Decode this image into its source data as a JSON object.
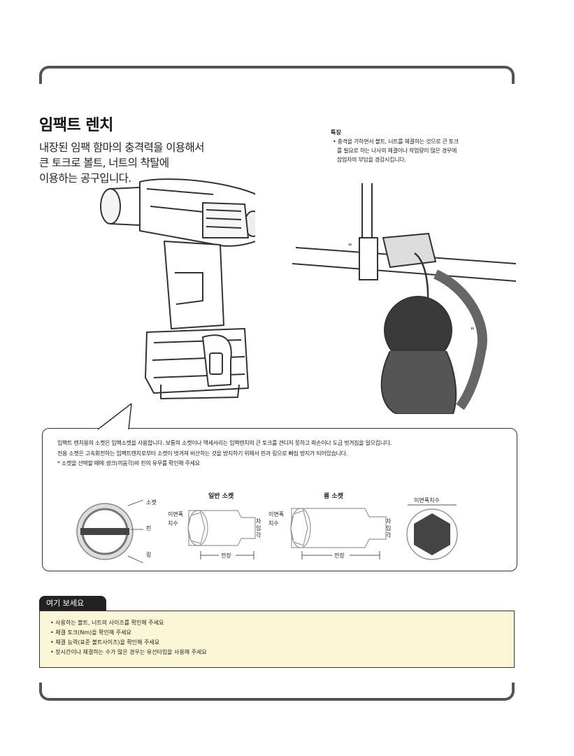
{
  "heading": {
    "title": "임팩트 렌치",
    "desc_lines": [
      "내장된 임팩 함마의 충격력을 이용해서",
      "큰 토크로 볼트, 너트의 착탈에",
      "이용하는 공구입니다."
    ]
  },
  "feature": {
    "heading": "특징",
    "lines": [
      "• 충격을 가하면서 볼트, 너트를 체결하는 것으로 큰 토크",
      "를 필요로 하는 나사의 체결이나 작업량이 많은 경우에",
      "잡업자의 부담을 경감시킵니다."
    ]
  },
  "socket_info": {
    "lines": [
      "임팩트 렌치용의 소켓은 임펙소켓을 사용합니다. 보통의 소켓이나 액세서리는 임팩렌치의 큰 토크를 견디지 못하고 파손이나 도금 벗겨짐을 일으킵니다.",
      "전용 소켓은 고속회전하는 임팩트렌치로부터 소켓이 벗겨져 비산하는 것을 방지하기 위해서 핀과 링으로 빠짐 방지가 되어있습니다.",
      "* 소켓을 선택할 때에 생크(끼움각)와 핀의 유무를 확인해 주세요"
    ],
    "labels": {
      "socket": "소켓",
      "pin": "핀",
      "ring": "링",
      "normal_socket": "일반 소켓",
      "long_socket": "롱 소켓",
      "width_size_1": "이면폭",
      "width_size_2": "치수",
      "insert_angle_1": "차",
      "insert_angle_2": "입",
      "insert_angle_3": "각",
      "length": "전장",
      "width_size_full": "이면폭치수"
    }
  },
  "notes": {
    "tab_label": "여기 보세요",
    "items": [
      "• 사용하는 볼트, 너트의 사이즈를 확인해 주세요",
      "• 체결 토크(Nm)을 확인해 주세요",
      "• 체결 능력(표준 볼트사이즈)을 확인해 주세요",
      "• 장시간이나 체결하는 수가 많은 경우는 유선타입을 사용해 주세요"
    ]
  },
  "colors": {
    "note_bg": "#fbf6d5",
    "frame": "#555555",
    "tab_bg": "#222222"
  }
}
